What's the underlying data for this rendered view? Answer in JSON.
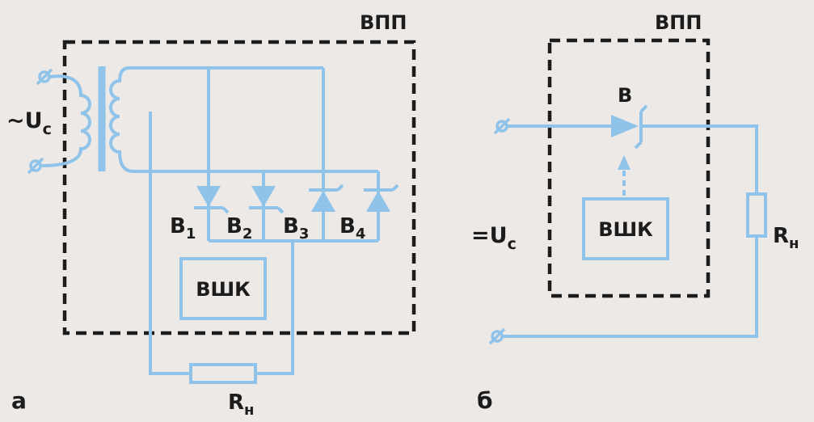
{
  "left": {
    "frame_label": "ВПП",
    "input_label": "~U",
    "input_sub": "с",
    "diodes": [
      {
        "label": "В",
        "sub": "1"
      },
      {
        "label": "В",
        "sub": "2"
      },
      {
        "label": "В",
        "sub": "3"
      },
      {
        "label": "В",
        "sub": "4"
      }
    ],
    "control_label": "ВШК",
    "load_label": "R",
    "load_sub": "н",
    "panel_letter": "а"
  },
  "right": {
    "frame_label": "ВПП",
    "input_label": "=U",
    "input_sub": "с",
    "thyristor_label": "В",
    "control_label": "ВШК",
    "load_label": "R",
    "load_sub": "н",
    "panel_letter": "б"
  },
  "colors": {
    "wire": "#8fc3ea",
    "frame": "#1c1c1c",
    "text": "#1c1c1c",
    "background": "#ece9e6"
  }
}
